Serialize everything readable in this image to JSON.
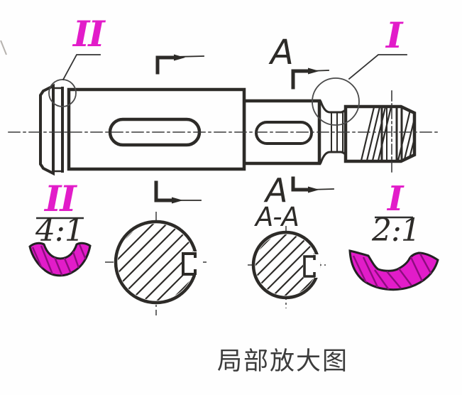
{
  "colors": {
    "highlight": "#e21cc9",
    "ink": "#2d2b28"
  },
  "annotations": {
    "detail_ii_marker": "II",
    "detail_i_marker": "I",
    "section_arrow_letter": "A",
    "section_view_title": "A-A",
    "detail_ii_scale": "4:1",
    "detail_i_scale": "2:1"
  },
  "caption": "局部放大图"
}
